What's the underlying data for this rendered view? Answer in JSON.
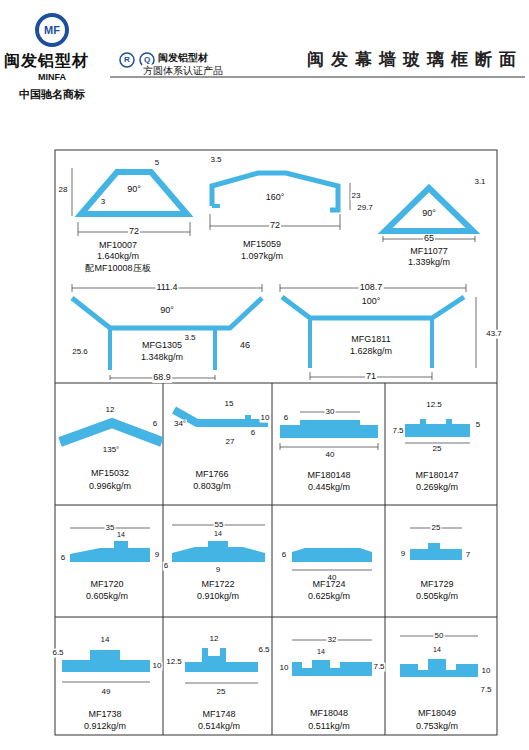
{
  "diagram": {
    "title": "闽发幕墙玻璃框断面",
    "labels": [
      "MF",
      "闽发铝型材",
      "MINFA",
      "中国驰名商标",
      "R",
      "Q",
      "闽发铝型材",
      "方圆体系认证产品",
      "28",
      "90°",
      "5",
      "3",
      "72",
      "MF10007",
      "1.640kg/m",
      "配MF10008压板",
      "3.5",
      "160°",
      "23",
      "72",
      "MF15059",
      "1.097kg/m",
      "29.7",
      "90°",
      "3.1",
      "65",
      "MF11077",
      "1.339kg/m",
      "111.4",
      "90°",
      "3.5",
      "25.6",
      "46",
      "MFG1305",
      "1.348kg/m",
      "68.9",
      "108.7",
      "100°",
      "43.7",
      "MFG1811",
      "1.628kg/m",
      "71",
      "12",
      "6",
      "135°",
      "MF15032",
      "0.996kg/m",
      "34°",
      "15",
      "10",
      "6",
      "27",
      "MF1766",
      "0.803g/m",
      "30",
      "6",
      "40",
      "MF180148",
      "0.445kg/m",
      "12.5",
      "7.5",
      "5",
      "25",
      "MF180147",
      "0.269kg/m",
      "35",
      "14",
      "6",
      "9",
      "MF1720",
      "0.605kg/m",
      "55",
      "14",
      "6",
      "9",
      "MF1722",
      "0.910kg/m",
      "6",
      "40",
      "MF1724",
      "0.625kg/m",
      "25",
      "9",
      "7",
      "MF1729",
      "0.505kg/m",
      "6.5",
      "14",
      "10",
      "49",
      "MF1738",
      "0.912kg/m",
      "12",
      "6.5",
      "12.5",
      "25",
      "MF1748",
      "0.514kg/m",
      "32",
      "14",
      "7.5",
      "10",
      "MF18048",
      "0.511kg/m",
      "50",
      "14",
      "10",
      "7.5",
      "MF18049",
      "0.753kg/m"
    ]
  }
}
